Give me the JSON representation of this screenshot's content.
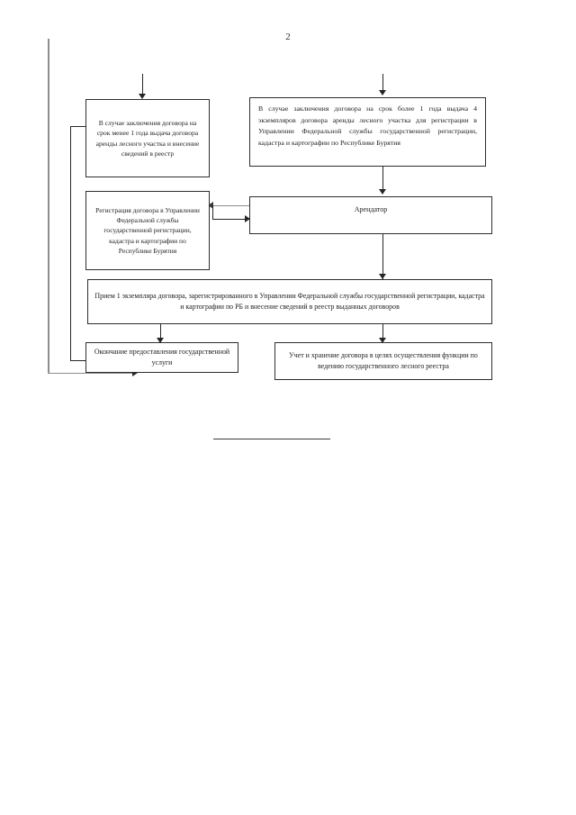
{
  "page": {
    "number": "2"
  },
  "nodes": {
    "short_term": {
      "text": "В случае заключения договора на срок менее 1 года выдача договора аренды лесного участка и внесение сведений в реестр"
    },
    "long_term": {
      "text": "В случае заключения договора на срок более 1 года выдача 4 экземпляров договора аренды лесного участка для регистрации в Управлении Федеральной службы государственной регистрации, кадастра и картографии по Республике Бурятия"
    },
    "registration": {
      "text": "Регистрация договора в Управлении Федеральной службы государственной регистрации, кадастра и картографии по Республике Бурятия"
    },
    "tenant": {
      "text": "Арендатор"
    },
    "receive_copy": {
      "text": "Прием 1 экземпляра договора, зарегистрированного в Управлении Федеральной службы государственной регистрации, кадастра и картографии по РБ и внесение сведений в реестр выданных договоров"
    },
    "service_end": {
      "text": "Окончание предоставления государственной услуги"
    },
    "storage": {
      "text": "Учет и хранение договора в целях осуществления функции по ведению государственного лесного реестра"
    }
  },
  "colors": {
    "border": "#2d2d2d",
    "connector": "#262626",
    "connector_gray": "#8c8c8c",
    "background": "#ffffff",
    "text": "#1c1c1c"
  }
}
